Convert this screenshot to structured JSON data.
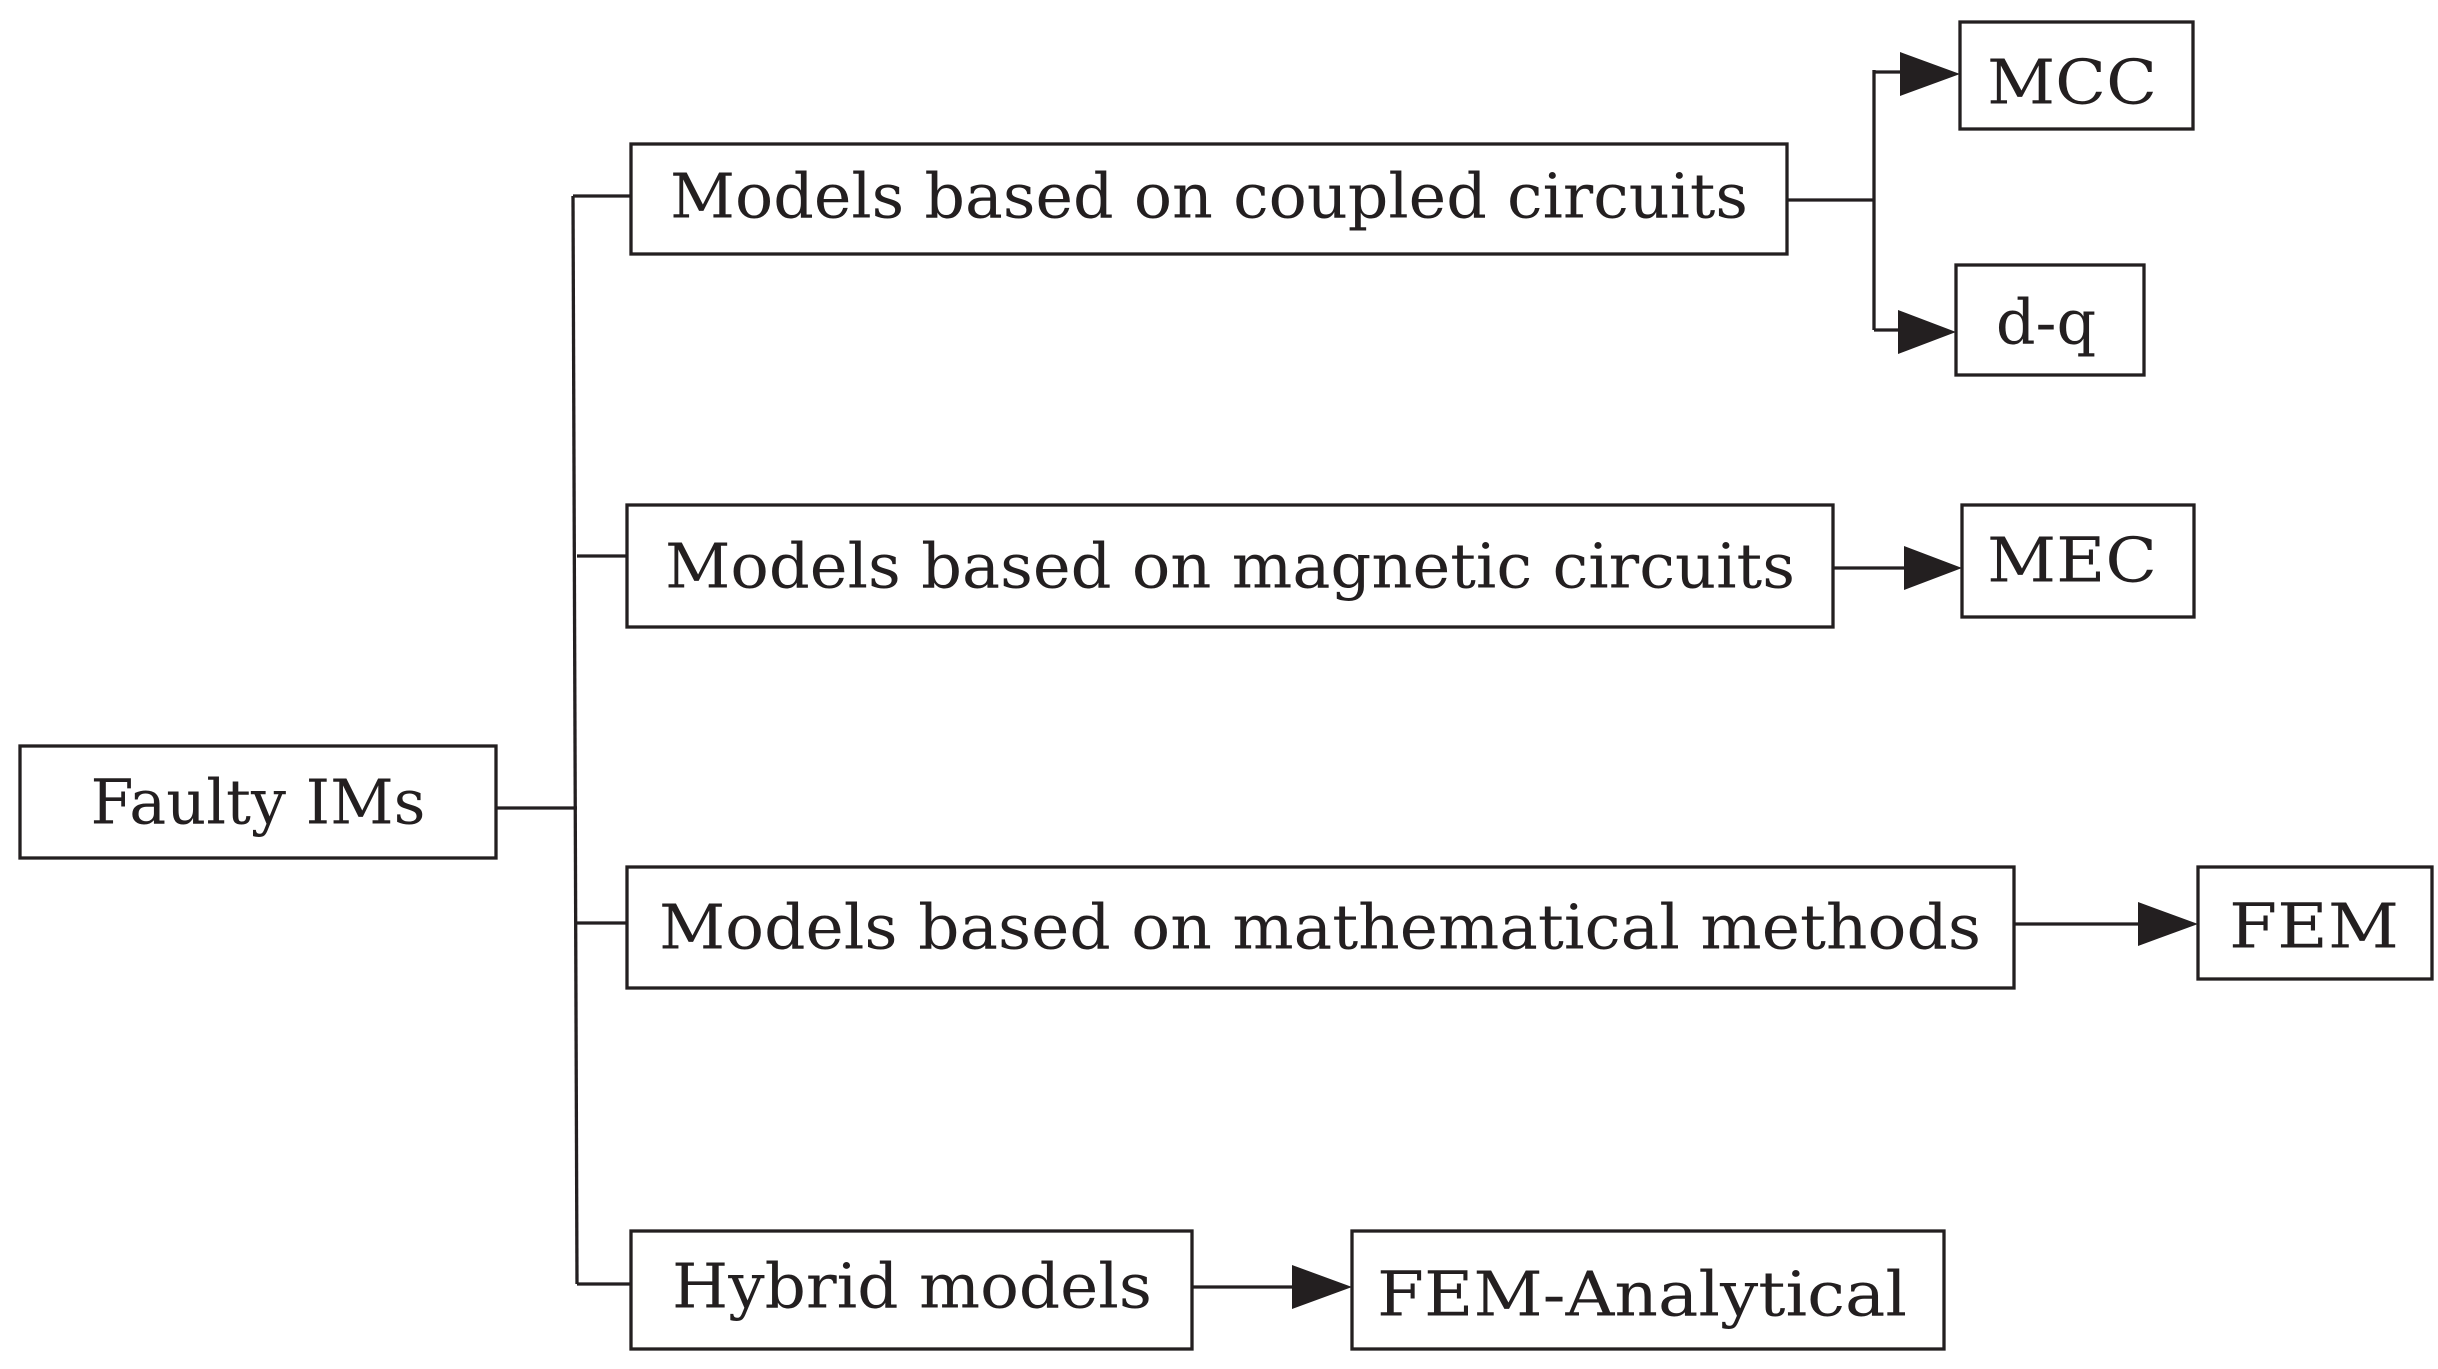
{
  "diagram": {
    "root": {
      "label": "Faulty IMs"
    },
    "categories": [
      {
        "id": "coupled",
        "label": "Models based on coupled circuits"
      },
      {
        "id": "magnetic",
        "label": "Models based on magnetic circuits"
      },
      {
        "id": "mathematical",
        "label": "Models based on mathematical methods"
      },
      {
        "id": "hybrid",
        "label": "Hybrid models"
      }
    ],
    "leaves": [
      {
        "id": "mcc",
        "parent": "coupled",
        "label": "MCC"
      },
      {
        "id": "dq",
        "parent": "coupled",
        "label": "d-q"
      },
      {
        "id": "mec",
        "parent": "magnetic",
        "label": "MEC"
      },
      {
        "id": "fem",
        "parent": "mathematical",
        "label": "FEM"
      },
      {
        "id": "fem-analytical",
        "parent": "hybrid",
        "label": "FEM-Analytical"
      }
    ],
    "colors": {
      "stroke": "#231f20",
      "background": "#ffffff"
    }
  }
}
